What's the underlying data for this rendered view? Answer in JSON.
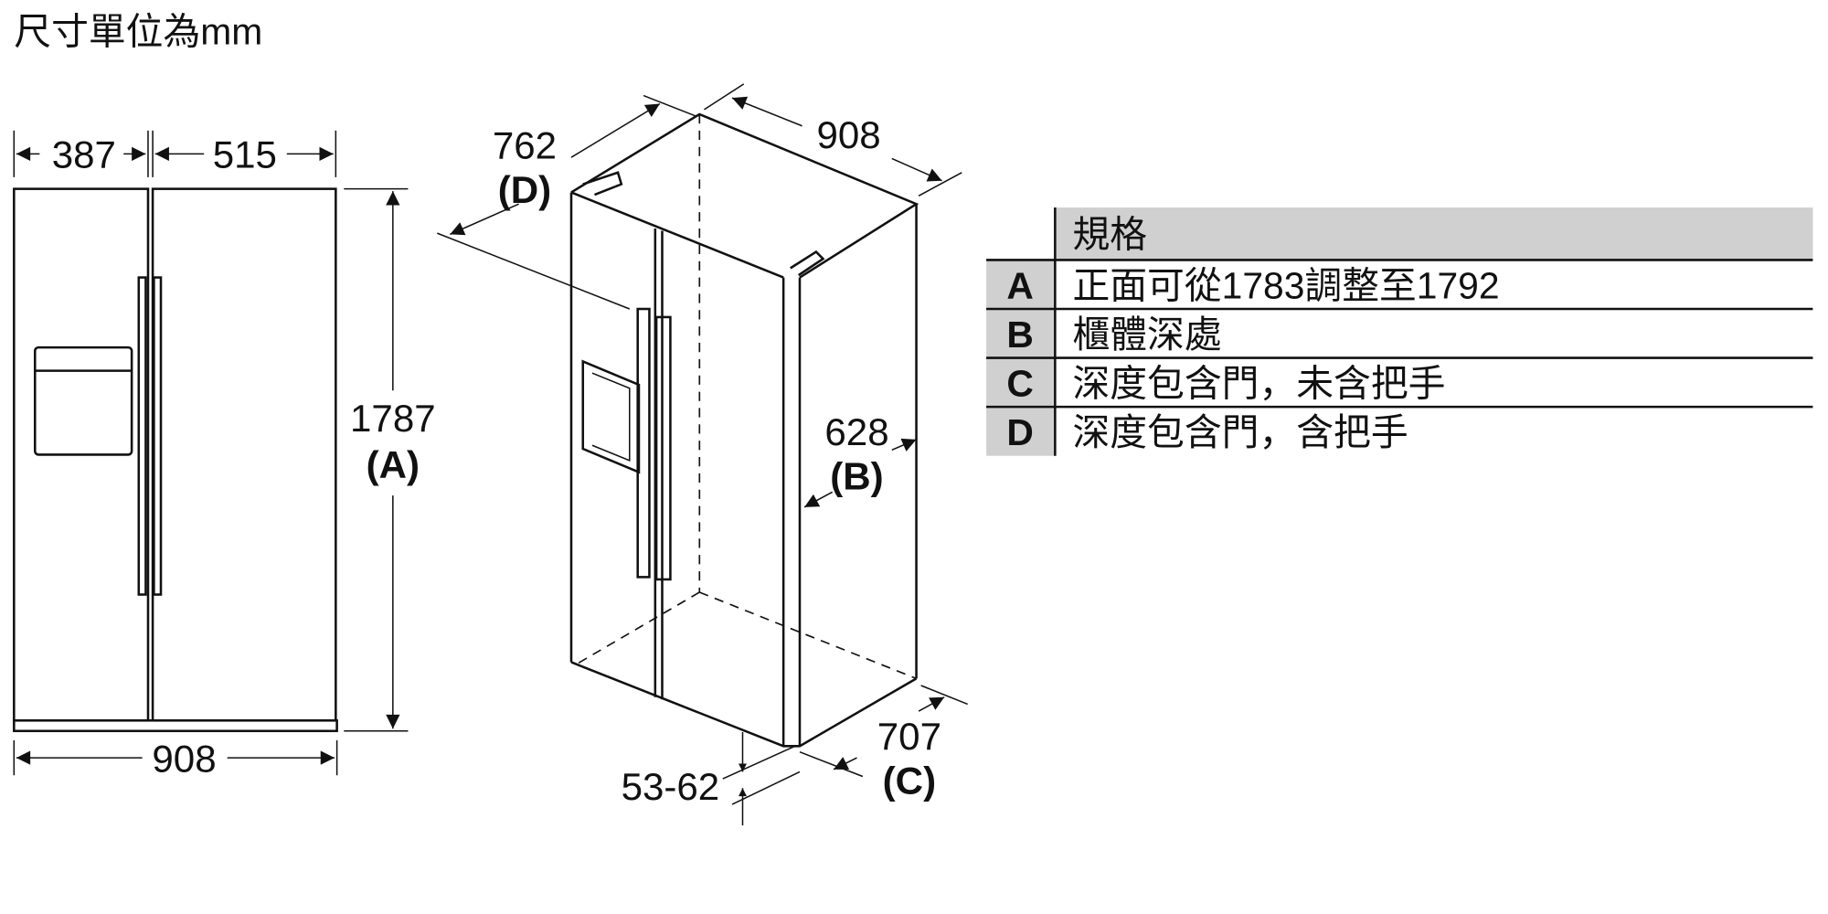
{
  "title": "尺寸單位為mm",
  "front_view": {
    "left_width": "387",
    "right_width": "515",
    "total_width": "908",
    "height": "1787",
    "height_ref": "(A)"
  },
  "iso_view": {
    "depth_with_handle": "762",
    "depth_with_handle_ref": "(D)",
    "width": "908",
    "cabinet_depth": "628",
    "cabinet_depth_ref": "(B)",
    "depth_without_handle": "707",
    "depth_without_handle_ref": "(C)",
    "foot_adjust": "53-62"
  },
  "table": {
    "header": "規格",
    "rows": [
      {
        "key": "A",
        "text": "正面可從1783調整至1792"
      },
      {
        "key": "B",
        "text": "櫃體深處"
      },
      {
        "key": "C",
        "text": "深度包含門，未含把手"
      },
      {
        "key": "D",
        "text": "深度包含門，含把手"
      }
    ],
    "header_color": "#d0d0d0"
  }
}
